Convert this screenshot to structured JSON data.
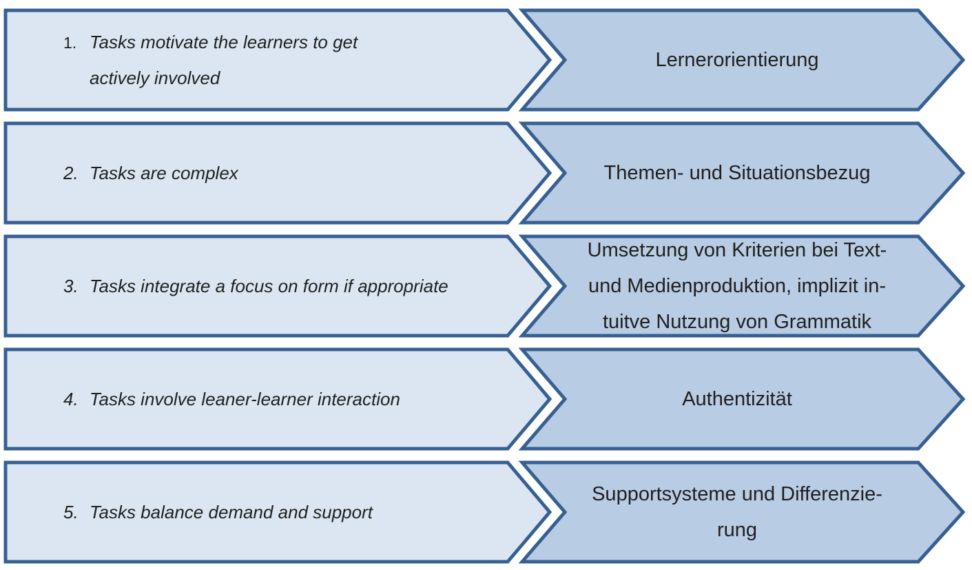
{
  "colors": {
    "left_arrow_fill": "#dce6f2",
    "right_arrow_fill": "#b8cce4",
    "arrow_border": "#376092",
    "text": "#1f1f1f",
    "background": "#ffffff"
  },
  "rows": [
    {
      "number": "1.",
      "task": "Tasks motivate the learners to get\nactively involved",
      "criterion": "Lernerorientierung"
    },
    {
      "number": "2.",
      "task": "Tasks are complex",
      "criterion": "Themen- und Situationsbezug"
    },
    {
      "number": "3.",
      "task": "Tasks integrate a focus on form if appropriate",
      "criterion": "Umsetzung von Kriterien bei Text-\nund Medienproduktion, implizit in-\ntuitve Nutzung von Grammatik"
    },
    {
      "number": "4.",
      "task": "Tasks involve leaner-learner interaction",
      "criterion": "Authentizität"
    },
    {
      "number": "5.",
      "task": "Tasks balance demand and support",
      "criterion": "Supportsysteme und Differenzie-\nrung"
    }
  ]
}
